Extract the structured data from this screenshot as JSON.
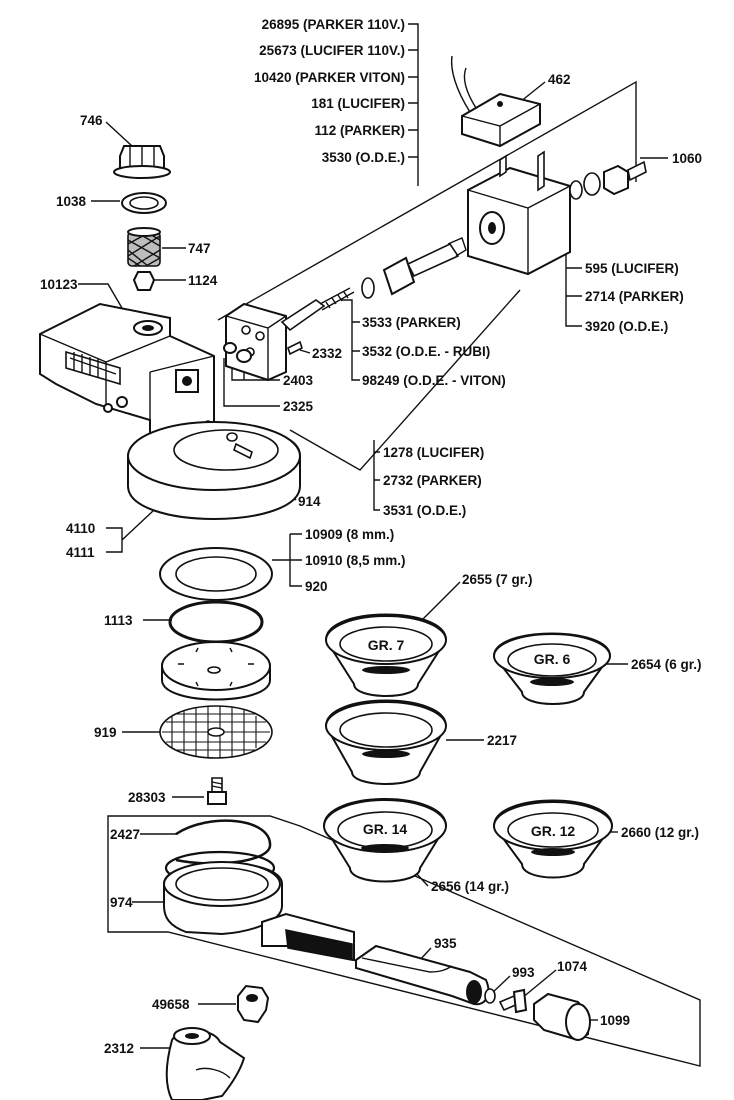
{
  "labels": {
    "l26895": "26895 (PARKER 110V.)",
    "l25673": "25673 (LUCIFER 110V.)",
    "l10420": "10420 (PARKER VITON)",
    "l181": "181 (LUCIFER)",
    "l112": "112 (PARKER)",
    "l3530": "3530 (O.D.E.)",
    "l462": "462",
    "l746": "746",
    "l1038": "1038",
    "l747": "747",
    "l1124": "1124",
    "l10123": "10123",
    "l1060": "1060",
    "l595": "595 (LUCIFER)",
    "l2714": "2714 (PARKER)",
    "l3920": "3920 (O.D.E.)",
    "l3533": "3533 (PARKER)",
    "l2332": "2332",
    "l3532": "3532 (O.D.E. - RUBI)",
    "l98249": "98249 (O.D.E. - VITON)",
    "l2403": "2403",
    "l2325": "2325",
    "l1278": "1278 (LUCIFER)",
    "l2732": "2732 (PARKER)",
    "l3531": "3531 (O.D.E.)",
    "l914": "914",
    "l4110": "4110",
    "l4111": "4111",
    "l10909": "10909 (8 mm.)",
    "l10910": "10910 (8,5 mm.)",
    "l920": "920",
    "l2655": "2655 (7 gr.)",
    "l1113": "1113",
    "l2654": "2654 (6 gr.)",
    "l919": "919",
    "l2217": "2217",
    "l28303": "28303",
    "l2427": "2427",
    "l2660": "2660 (12 gr.)",
    "l974": "974",
    "l2656": "2656 (14 gr.)",
    "l935": "935",
    "l993": "993",
    "l1074": "1074",
    "l1099": "1099",
    "l49658": "49658",
    "l2312": "2312"
  },
  "cups": {
    "gr7": "GR. 7",
    "gr6": "GR. 6",
    "gr14": "GR. 14",
    "gr12": "GR. 12"
  }
}
